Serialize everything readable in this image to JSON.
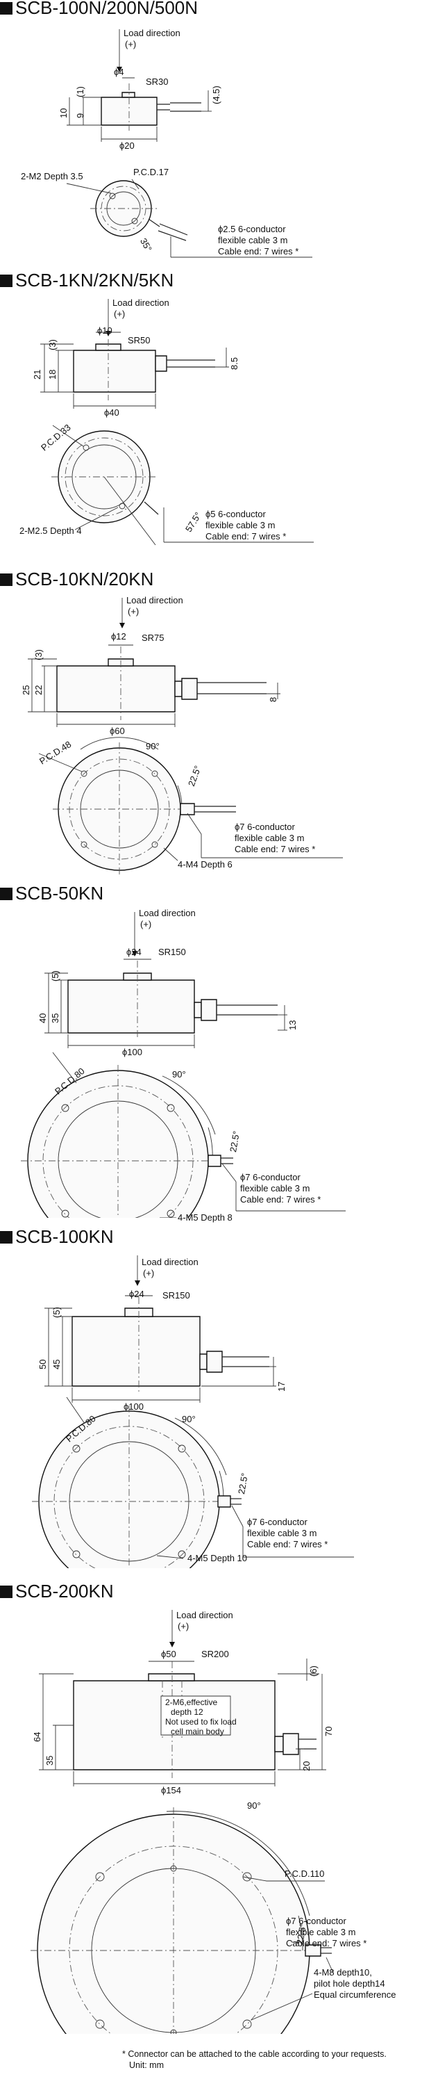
{
  "sections": [
    {
      "title": "SCB-100N/200N/500N",
      "load_direction": "Load direction",
      "load_sign": "(+)",
      "dims": {
        "top_dia": "ϕ4",
        "sr": "SR30",
        "h_total": "10",
        "h_body": "9",
        "h_top": "(1)",
        "h_cable": "(4.5)",
        "dia": "ϕ20"
      },
      "plan": {
        "thread": "2-M2 Depth 3.5",
        "pcd": "P.C.D.17",
        "angle": "35°",
        "cable_1": "ϕ2.5 6-conductor",
        "cable_2": "flexible cable 3 m",
        "cable_3": "Cable end: 7 wires *"
      }
    },
    {
      "title": "SCB-1KN/2KN/5KN",
      "load_direction": "Load direction",
      "load_sign": "(+)",
      "dims": {
        "top_dia": "ϕ10",
        "sr": "SR50",
        "h_total": "21",
        "h_body": "18",
        "h_top": "(3)",
        "h_cable": "8.5",
        "dia": "ϕ40"
      },
      "plan": {
        "thread": "2-M2.5 Depth 4",
        "pcd": "P.C.D.33",
        "angle": "57.5°",
        "cable_1": "ϕ5 6-conductor",
        "cable_2": "flexible cable 3 m",
        "cable_3": "Cable end: 7 wires *"
      }
    },
    {
      "title": "SCB-10KN/20KN",
      "load_direction": "Load direction",
      "load_sign": "(+)",
      "dims": {
        "top_dia": "ϕ12",
        "sr": "SR75",
        "h_total": "25",
        "h_body": "22",
        "h_top": "(3)",
        "h_cable": "8",
        "dia": "ϕ60"
      },
      "plan": {
        "thread": "4-M4 Depth 6",
        "pcd": "P.C.D.48",
        "angle": "90°",
        "angle2": "22.5°",
        "cable_1": "ϕ7 6-conductor",
        "cable_2": "flexible cable 3 m",
        "cable_3": "Cable end: 7 wires *"
      }
    },
    {
      "title": "SCB-50KN",
      "load_direction": "Load direction",
      "load_sign": "(+)",
      "dims": {
        "top_dia": "ϕ24",
        "sr": "SR150",
        "h_total": "40",
        "h_body": "35",
        "h_top": "(5)",
        "h_cable": "13",
        "dia": "ϕ100"
      },
      "plan": {
        "thread": "4-M5 Depth 8",
        "pcd": "P.C.D.80",
        "angle": "90°",
        "angle2": "22.5°",
        "cable_1": "ϕ7 6-conductor",
        "cable_2": "flexible cable 3 m",
        "cable_3": "Cable end: 7 wires *"
      }
    },
    {
      "title": "SCB-100KN",
      "load_direction": "Load direction",
      "load_sign": "(+)",
      "dims": {
        "top_dia": "ϕ24",
        "sr": "SR150",
        "h_total": "50",
        "h_body": "45",
        "h_top": "(5)",
        "h_cable": "17",
        "dia": "ϕ100"
      },
      "plan": {
        "thread": "4-M5 Depth 10",
        "pcd": "P.C.D.80",
        "angle": "90°",
        "angle2": "22.5°",
        "cable_1": "ϕ7 6-conductor",
        "cable_2": "flexible cable 3 m",
        "cable_3": "Cable end: 7 wires *"
      }
    },
    {
      "title": "SCB-200KN",
      "load_direction": "Load direction",
      "load_sign": "(+)",
      "dims": {
        "top_dia": "ϕ50",
        "sr": "SR200",
        "h_total": "64",
        "h_body": "35",
        "h_top": "(6)",
        "h_right": "70",
        "h_cable": "20",
        "dia": "ϕ154",
        "note_1": "2-M6,effective",
        "note_2": "depth 12",
        "note_3": "Not used to fix load",
        "note_4": "cell main body"
      },
      "plan": {
        "thread_1": "4-M8 depth10,",
        "thread_2": "pilot hole depth14",
        "thread_3": "Equal circumference",
        "pcd": "P.C.D.110",
        "angle": "90°",
        "angle2": "22.5°",
        "cable_1": "ϕ7 6-conductor",
        "cable_2": "flexible cable 3 m",
        "cable_3": "Cable end: 7 wires *"
      }
    }
  ],
  "footnote_1": "* Connector can be attached to the cable according to your requests.",
  "footnote_2": "Unit: mm"
}
